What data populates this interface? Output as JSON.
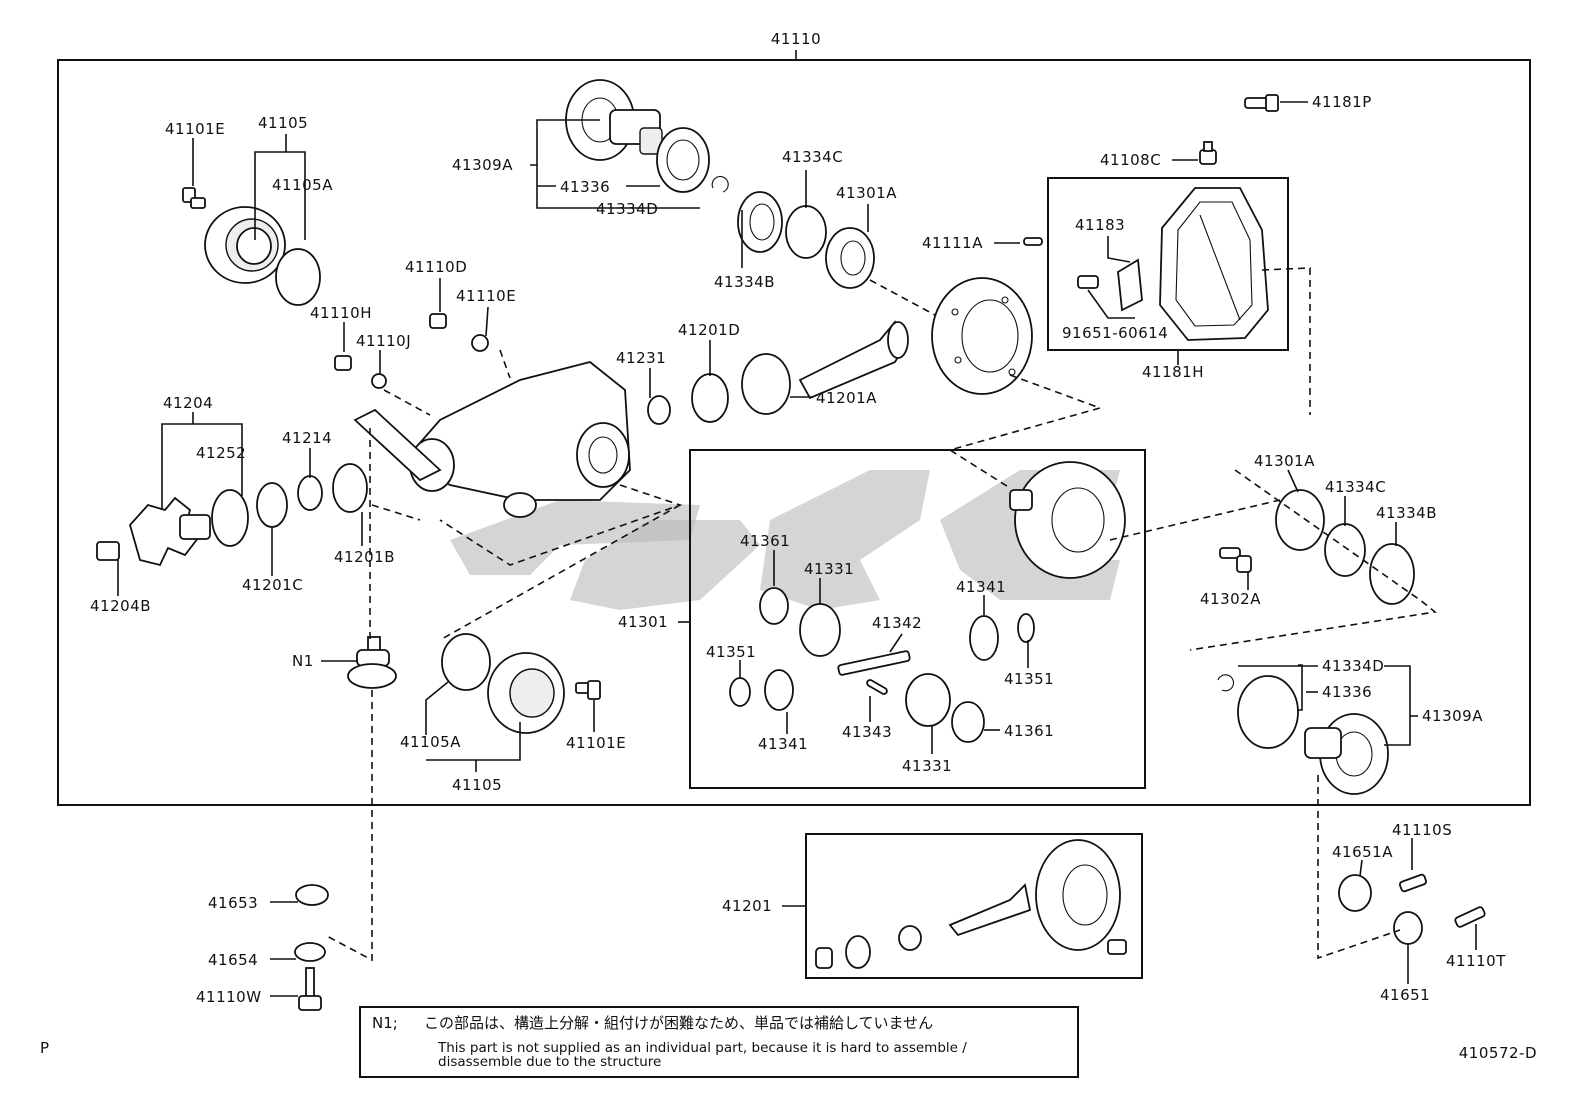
{
  "diagram": {
    "top_label": "41110",
    "corner_left": "P",
    "diagram_code": "410572-D"
  },
  "labels": {
    "l41101E_top": "41101E",
    "l41105_top": "41105",
    "l41105A_top": "41105A",
    "l41309A_top": "41309A",
    "l41336_top": "41336",
    "l41334D_top": "41334D",
    "l41334C_top": "41334C",
    "l41334B_top": "41334B",
    "l41301A_top": "41301A",
    "l41110D": "41110D",
    "l41110E": "41110E",
    "l41110H": "41110H",
    "l41110J": "41110J",
    "l41111A": "41111A",
    "l41108C": "41108C",
    "l41181P": "41181P",
    "l41183": "41183",
    "l91651": "91651-60614",
    "l41181H": "41181H",
    "l41201D": "41201D",
    "l41231": "41231",
    "l41201A": "41201A",
    "l41204": "41204",
    "l41252": "41252",
    "l41214": "41214",
    "l41201B": "41201B",
    "l41201C": "41201C",
    "l41204B": "41204B",
    "l41301A_right": "41301A",
    "l41334C_right": "41334C",
    "l41334B_right": "41334B",
    "l41302A": "41302A",
    "l41334D_right": "41334D",
    "l41336_right": "41336",
    "l41309A_right": "41309A",
    "lN1": "N1",
    "l41105A_bottom": "41105A",
    "l41105_bottom": "41105",
    "l41101E_bottom": "41101E",
    "l41301": "41301",
    "l41361_a": "41361",
    "l41331_a": "41331",
    "l41342": "41342",
    "l41341_a": "41341",
    "l41351_a": "41351",
    "l41351_b": "41351",
    "l41341_b": "41341",
    "l41343": "41343",
    "l41331_b": "41331",
    "l41361_b": "41361",
    "l41201": "41201",
    "l41653": "41653",
    "l41654": "41654",
    "l41110W": "41110W",
    "l41651A": "41651A",
    "l41110S": "41110S",
    "l41651": "41651",
    "l41110T": "41110T"
  },
  "note": {
    "prefix": "N1;",
    "japanese": "この部品は、構造上分解・組付けが困難なため、単品では補給していません",
    "english_line1": "This part is not supplied as an individual part, because it is hard to assemble /",
    "english_line2": "disassemble due to the structure"
  },
  "icons": {
    "watermark": "logo-watermark"
  }
}
